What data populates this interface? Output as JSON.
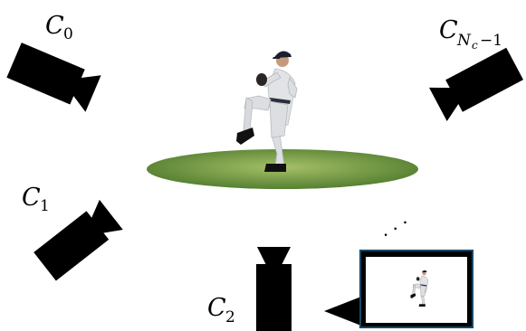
{
  "labels": {
    "c0": {
      "main": "C",
      "sub": "0"
    },
    "c1": {
      "main": "C",
      "sub": "1"
    },
    "c2": {
      "main": "C",
      "sub": "2"
    },
    "cn": {
      "main": "C",
      "sub_n": "N",
      "sub_c": "c",
      "sub_rest": "−1"
    }
  },
  "ellipsis": ". . .",
  "colors": {
    "camera": "#000000",
    "field_center": "#9bb75f",
    "field_edge": "#4f7a2c",
    "screen_border": "#1f5f86",
    "uniform": "#dfe1e4",
    "cap": "#1a1f2e"
  }
}
